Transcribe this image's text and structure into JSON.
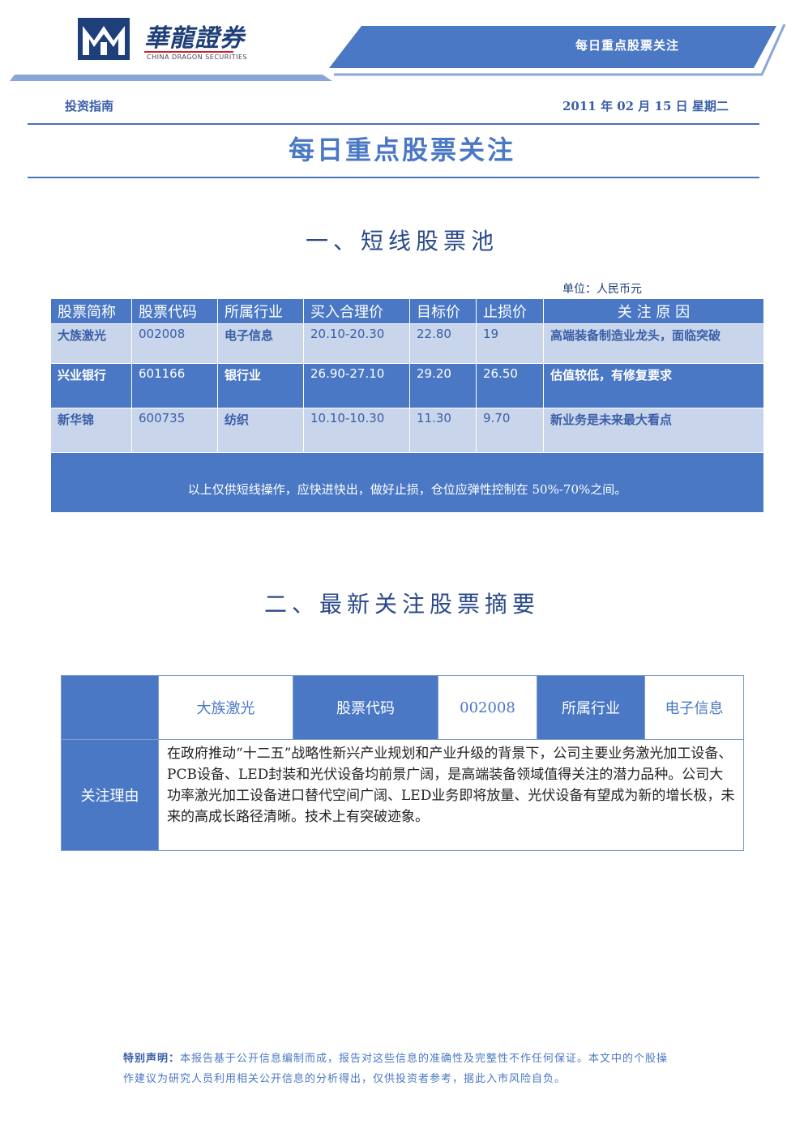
{
  "header": {
    "brand_cn": "華龍證券",
    "brand_en": "CHINA DRAGON SECURITIES",
    "banner_text": "每日重点股票关注",
    "guide_label": "投资指南",
    "date": "2011 年 02 月 15 日   星期二"
  },
  "doc_title": "每日重点股票关注",
  "section1": {
    "title": "一、短线股票池",
    "unit": "单位：人民币元",
    "headers": [
      "股票简称",
      "股票代码",
      "所属行业",
      "买入合理价",
      "目标价",
      "止损价",
      "关 注 原 因"
    ],
    "rows": [
      [
        "大族激光",
        "002008",
        "电子信息",
        "20.10-20.30",
        "22.80",
        "19",
        "高端装备制造业龙头，面临突破"
      ],
      [
        "兴业银行",
        "601166",
        "银行业",
        "26.90-27.10",
        "29.20",
        "26.50",
        "估值较低，有修复要求"
      ],
      [
        "新华锦",
        "600735",
        "纺织",
        "10.10-10.30",
        "11.30",
        "9.70",
        "新业务是未来最大看点"
      ]
    ],
    "note": "以上仅供短线操作，应快进快出，做好止损，仓位应弹性控制在 50%-70%之间。"
  },
  "section2": {
    "title": "二、最新关注股票摘要",
    "stock_name": "大族激光",
    "code_label": "股票代码",
    "code": "002008",
    "industry_label": "所属行业",
    "industry": "电子信息",
    "reason_label": "关注理由",
    "reason": "在政府推动“十二五”战略性新兴产业规划和产业升级的背景下，公司主要业务激光加工设备、PCB设备、LED封装和光伏设备均前景广阔，是高端装备领域值得关注的潜力品种。公司大功率激光加工设备进口替代空间广阔、LED业务即将放量、光伏设备有望成为新的增长极，未来的高成长路径清晰。技术上有突破迹象。"
  },
  "disclaimer": {
    "label": "特别声明：",
    "text": "本报告基于公开信息编制而成，报告对这些信息的准确性及完整性不作任何保证。本文中的个股操作建议为研究人员利用相关公开信息的分析得出，仅供投资者参考，据此入市风险自负。"
  },
  "colors": {
    "accent": "#4a78c4",
    "light": "#c8d5ea",
    "brand": "#1f3f7a",
    "red": "#c8232c"
  }
}
